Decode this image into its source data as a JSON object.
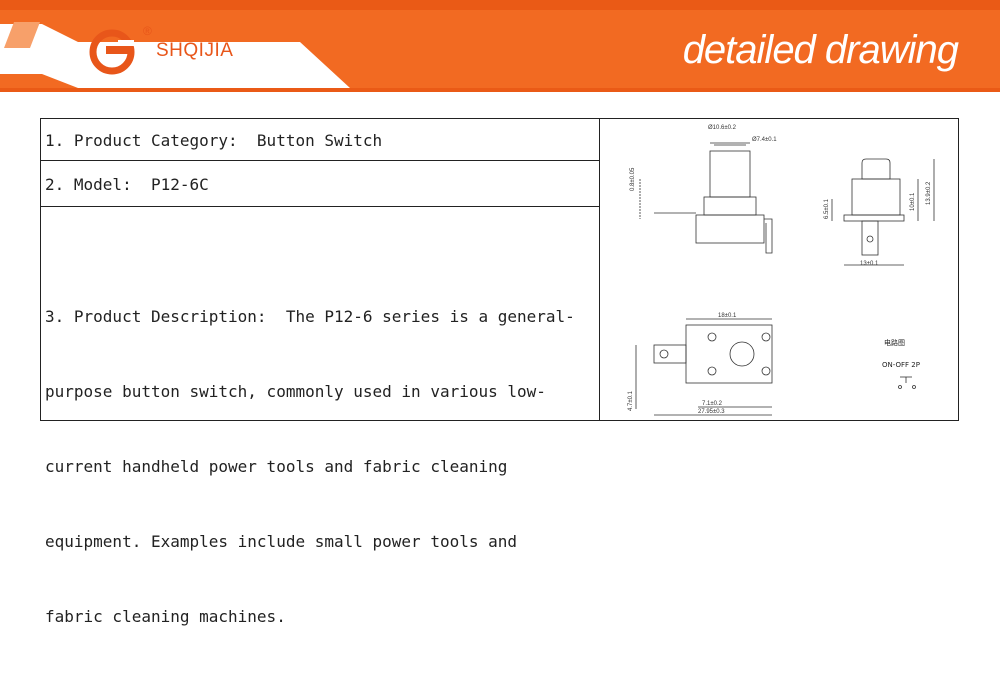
{
  "brand": {
    "name": "SHQIJIA",
    "registered_mark": "®",
    "color_primary": "#e8561a",
    "color_accent": "#f3651e"
  },
  "banner": {
    "title": "detailed drawing"
  },
  "spec": {
    "category": "1. Product Category:  Button Switch",
    "model": "2. Model:  P12-6C",
    "description_lines": [
      "3. Product Description:  The P12-6 series is a general-",
      "purpose button switch, commonly used in various low-",
      "current handheld power tools and fabric cleaning",
      "equipment. Examples include small power tools and",
      "fabric cleaning machines."
    ]
  },
  "drawing": {
    "dims": {
      "outer_dia": "Ø10.6±0.2",
      "inner_dia": "Ø7.4±0.1",
      "height_left": "0.8±0.05",
      "side_1": "6.5±0.1",
      "side_2": "10±0.1",
      "side_3": "13.9±0.2",
      "side_width": "13±0.1",
      "top_width": "18±0.1",
      "bottom_1": "7.1±0.2",
      "bottom_2": "27.95±0.3",
      "vert_left": "4.7±0.1"
    },
    "circuit": {
      "title": "电路图",
      "label": "ON-OFF  2P"
    }
  }
}
